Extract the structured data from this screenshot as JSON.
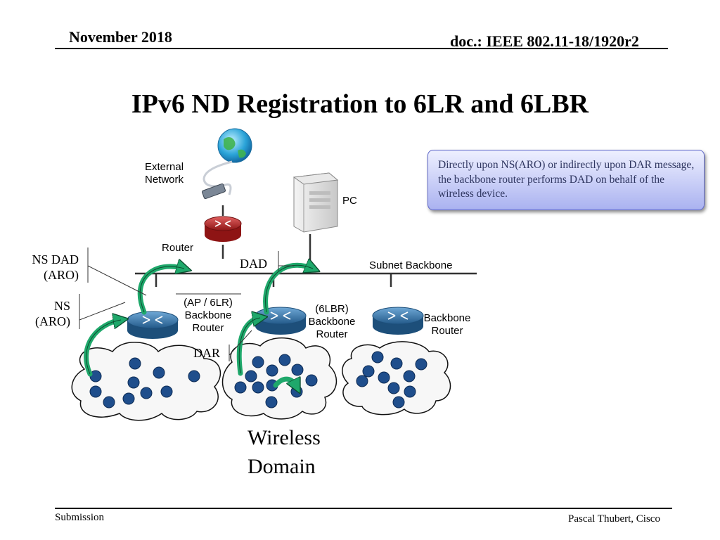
{
  "header": {
    "date": "November 2018",
    "doc": "doc.: IEEE 802.11-18/1920r2"
  },
  "title": "IPv6 ND Registration to 6LR and 6LBR",
  "callout": "Directly upon NS(ARO) or indirectly upon DAR message, the backbone router performs DAD on behalf of the wireless device.",
  "diagram": {
    "external_network": [
      "External",
      "Network"
    ],
    "router": "Router",
    "pc": "PC",
    "subnet_backbone": "Subnet Backbone",
    "dad": "DAD",
    "dar": "DAR",
    "ns_dad_aro": [
      "NS DAD",
      "(ARO)"
    ],
    "ns_aro": [
      "NS",
      "(ARO)"
    ],
    "ap_6lr": [
      "(AP / 6LR)",
      "Backbone",
      "Router"
    ],
    "lbr": [
      "(6LBR)",
      "Backbone",
      "Router"
    ],
    "bbr": [
      "Backbone",
      "Router"
    ],
    "wireless_domain": [
      "Wireless",
      "Domain"
    ]
  },
  "colors": {
    "router_blue": "#2f6fa3",
    "router_red": "#b22222",
    "arrow_green": "#1fa86b",
    "node_blue": "#1f4e8c",
    "callout_border": "#5a63c8"
  },
  "footer": {
    "left": "Submission",
    "right": "Pascal Thubert, Cisco"
  }
}
